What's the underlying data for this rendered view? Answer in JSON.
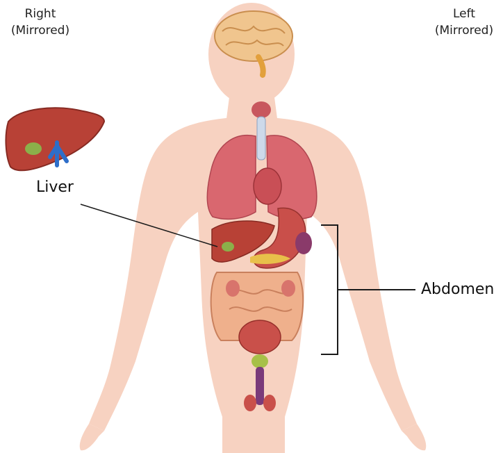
{
  "orientation": {
    "right": {
      "line1": "Right",
      "line2": "(Mirrored)"
    },
    "left": {
      "line1": "Left",
      "line2": "(Mirrored)"
    }
  },
  "callouts": {
    "liver": "Liver",
    "abdomen": "Abdomen"
  },
  "colors": {
    "skin": "#f7d2c1",
    "brain": "#f0c58e",
    "lung": "#d9676f",
    "liver": "#b84136",
    "intestine": "#efb08c",
    "bladder": "#c9504a",
    "line": "#1a1a1a"
  }
}
